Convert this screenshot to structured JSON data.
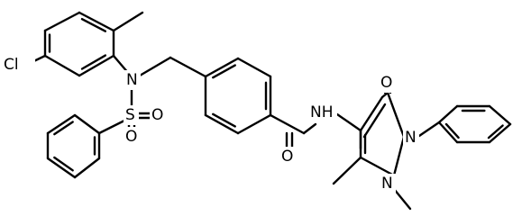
{
  "atom_labels": {
    "cl": "Cl",
    "n_sulfonamide": "N",
    "s": "S",
    "o_sulfonyl_left": "O",
    "o_sulfonyl_right": "O",
    "o_amide": "O",
    "nh_amide": "NH",
    "o_pyrazolone": "O",
    "n1_pyrazole": "N",
    "n2_pyrazole": "N"
  },
  "colors": {
    "bond": "#000000",
    "label": "#000000",
    "background": "#ffffff"
  }
}
